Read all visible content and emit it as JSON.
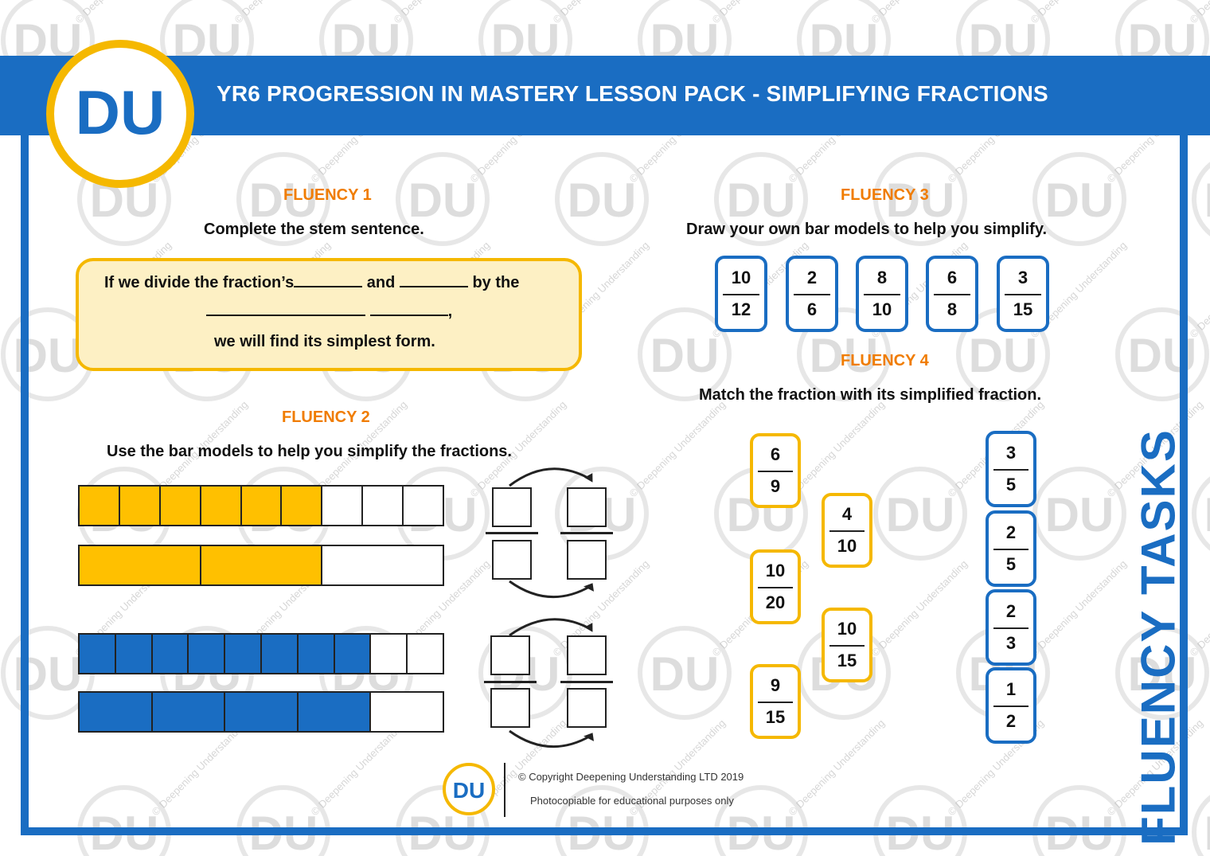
{
  "header": {
    "logo_text": "DU",
    "title": "YR6 PROGRESSION IN MASTERY LESSON PACK - SIMPLIFYING FRACTIONS"
  },
  "fluency1": {
    "title": "FLUENCY 1",
    "instruction": "Complete the stem sentence.",
    "stem": {
      "line1_start": "If we divide the fraction’s",
      "line1_mid": "and",
      "line1_end": "by the",
      "line2_end": ",",
      "line3": "we will find its simplest form."
    }
  },
  "fluency2": {
    "title": "FLUENCY 2",
    "instruction": "Use the bar models to help you simplify the fractions.",
    "models": [
      {
        "color": "yellow",
        "top": {
          "parts": 9,
          "shaded": 6
        },
        "bottom": {
          "parts": 3,
          "shaded": 2
        }
      },
      {
        "color": "blue",
        "top": {
          "parts": 10,
          "shaded": 8
        },
        "bottom": {
          "parts": 5,
          "shaded": 4
        }
      }
    ]
  },
  "fluency3": {
    "title": "FLUENCY 3",
    "instruction": "Draw your own bar models to help you simplify.",
    "fractions": [
      {
        "num": "10",
        "den": "12"
      },
      {
        "num": "2",
        "den": "6"
      },
      {
        "num": "8",
        "den": "10"
      },
      {
        "num": "6",
        "den": "8"
      },
      {
        "num": "3",
        "den": "15"
      }
    ]
  },
  "fluency4": {
    "title": "FLUENCY 4",
    "instruction": "Match the fraction with its simplified fraction.",
    "left_fractions": [
      {
        "num": "6",
        "den": "9"
      },
      {
        "num": "4",
        "den": "10"
      },
      {
        "num": "10",
        "den": "20"
      },
      {
        "num": "10",
        "den": "15"
      },
      {
        "num": "9",
        "den": "15"
      }
    ],
    "right_fractions": [
      {
        "num": "3",
        "den": "5"
      },
      {
        "num": "2",
        "den": "5"
      },
      {
        "num": "2",
        "den": "3"
      },
      {
        "num": "1",
        "den": "2"
      }
    ]
  },
  "side_label": "FLUENCY TASKS",
  "footer": {
    "logo_text": "DU",
    "copyright": "© Copyright Deepening Understanding LTD 2019",
    "note": "Photocopiable for educational purposes only"
  },
  "watermark": {
    "logo_text": "DU",
    "text": "© Deepening Understanding"
  },
  "colors": {
    "brand_blue": "#1a6dc2",
    "brand_yellow": "#f5b800",
    "title_orange": "#f07c00",
    "stem_box_fill": "#fdf0c4"
  }
}
